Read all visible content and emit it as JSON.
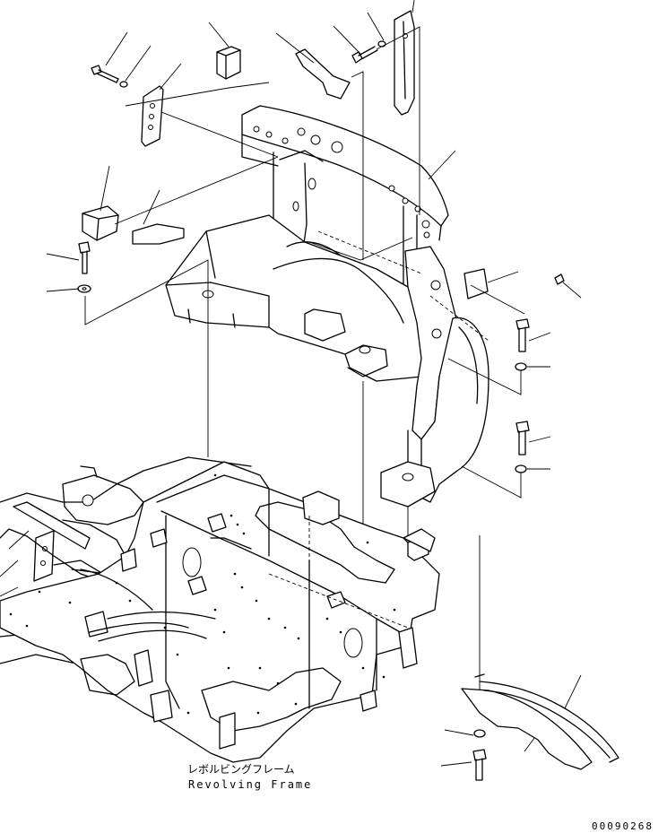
{
  "caption": {
    "japanese": "レボルビングフレーム",
    "english": "Revolving Frame"
  },
  "drawing_number": "00090268"
}
